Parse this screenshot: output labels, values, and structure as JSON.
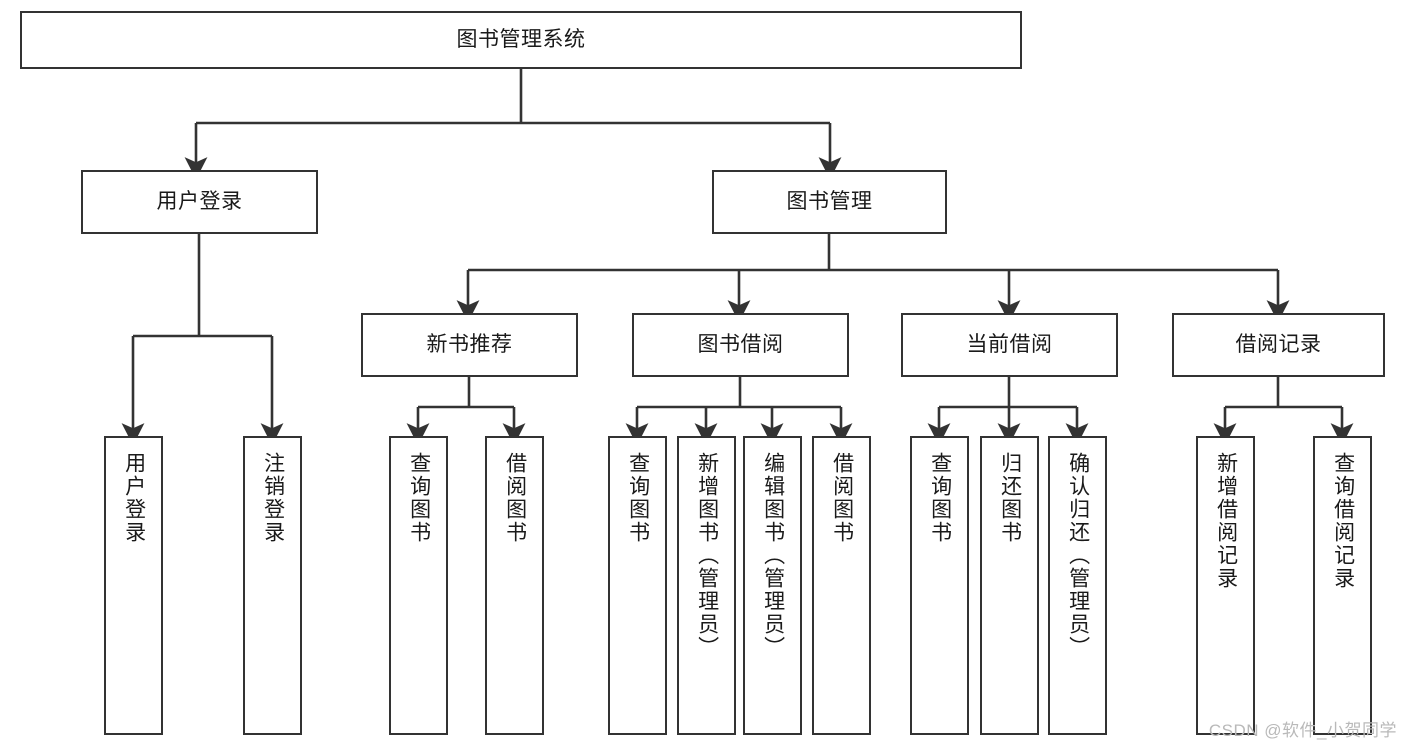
{
  "diagram": {
    "type": "tree-hierarchy",
    "title": "图书管理系统",
    "root": {
      "id": "root",
      "label": "图书管理系统",
      "orientation": "horizontal"
    },
    "level1": [
      {
        "id": "user-login",
        "label": "用户登录",
        "orientation": "horizontal"
      },
      {
        "id": "book-management",
        "label": "图书管理",
        "orientation": "horizontal"
      }
    ],
    "level2": [
      {
        "id": "new-book-recommend",
        "label": "新书推荐",
        "orientation": "horizontal",
        "parent": "book-management"
      },
      {
        "id": "book-borrow",
        "label": "图书借阅",
        "orientation": "horizontal",
        "parent": "book-management"
      },
      {
        "id": "current-borrow",
        "label": "当前借阅",
        "orientation": "horizontal",
        "parent": "book-management"
      },
      {
        "id": "borrow-record",
        "label": "借阅记录",
        "orientation": "horizontal",
        "parent": "book-management"
      }
    ],
    "leaves": [
      {
        "id": "leaf-user-login",
        "label": "用户登录",
        "orientation": "vertical",
        "parent": "user-login"
      },
      {
        "id": "leaf-logout-login",
        "label": "注销登录",
        "orientation": "vertical",
        "parent": "user-login"
      },
      {
        "id": "leaf-query-book-1",
        "label": "查询图书",
        "orientation": "vertical",
        "parent": "new-book-recommend"
      },
      {
        "id": "leaf-borrow-book-1",
        "label": "借阅图书",
        "orientation": "vertical",
        "parent": "new-book-recommend"
      },
      {
        "id": "leaf-query-book-2",
        "label": "查询图书",
        "orientation": "vertical",
        "parent": "book-borrow"
      },
      {
        "id": "leaf-add-book",
        "label": "新增图书（管理员）",
        "orientation": "vertical",
        "parent": "book-borrow"
      },
      {
        "id": "leaf-edit-book",
        "label": "编辑图书（管理员）",
        "orientation": "vertical",
        "parent": "book-borrow"
      },
      {
        "id": "leaf-borrow-book-2",
        "label": "借阅图书",
        "orientation": "vertical",
        "parent": "book-borrow"
      },
      {
        "id": "leaf-query-book-3",
        "label": "查询图书",
        "orientation": "vertical",
        "parent": "current-borrow"
      },
      {
        "id": "leaf-return-book",
        "label": "归还图书",
        "orientation": "vertical",
        "parent": "current-borrow"
      },
      {
        "id": "leaf-confirm-return",
        "label": "确认归还（管理员）",
        "orientation": "vertical",
        "parent": "current-borrow"
      },
      {
        "id": "leaf-add-record",
        "label": "新增借阅记录",
        "orientation": "vertical",
        "parent": "borrow-record"
      },
      {
        "id": "leaf-query-record",
        "label": "查询借阅记录",
        "orientation": "vertical",
        "parent": "borrow-record"
      }
    ],
    "colors": {
      "stroke": "#333333",
      "box_fill": "#ffffff",
      "text": "#1a1a1a",
      "watermark": "#b9b9b9",
      "background": "#ffffff"
    }
  },
  "watermark": {
    "text": "CSDN @软件_小贺同学"
  }
}
